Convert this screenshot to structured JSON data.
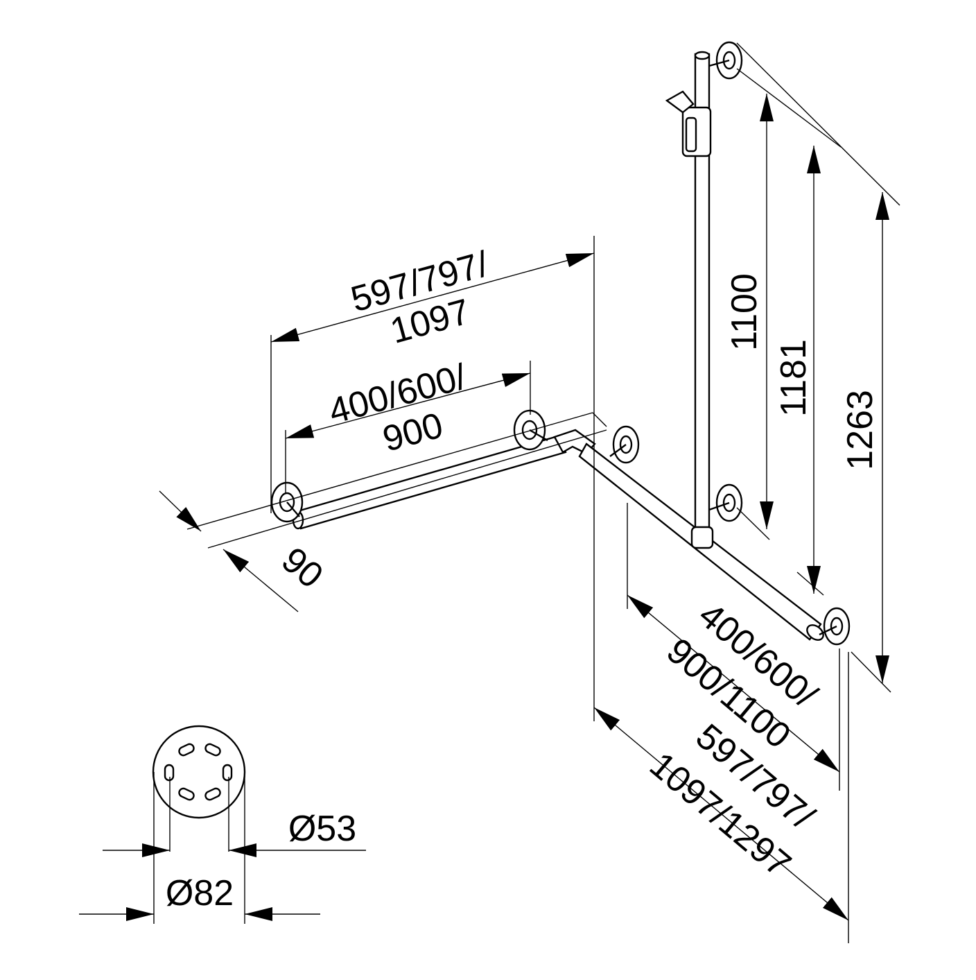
{
  "colors": {
    "line": "#000000",
    "background": "#ffffff"
  },
  "dimensions": {
    "left_outer": [
      "597/797/",
      "1097"
    ],
    "left_inner": [
      "400/600/",
      "900"
    ],
    "offset": "90",
    "vertical_1": "1100",
    "vertical_2": "1181",
    "vertical_3": "1263",
    "right_inner": [
      "400/600/",
      "900/1100"
    ],
    "right_outer": [
      "597/797/",
      "1097/1297"
    ],
    "inner_diameter": "Ø53",
    "outer_diameter": "Ø82"
  }
}
